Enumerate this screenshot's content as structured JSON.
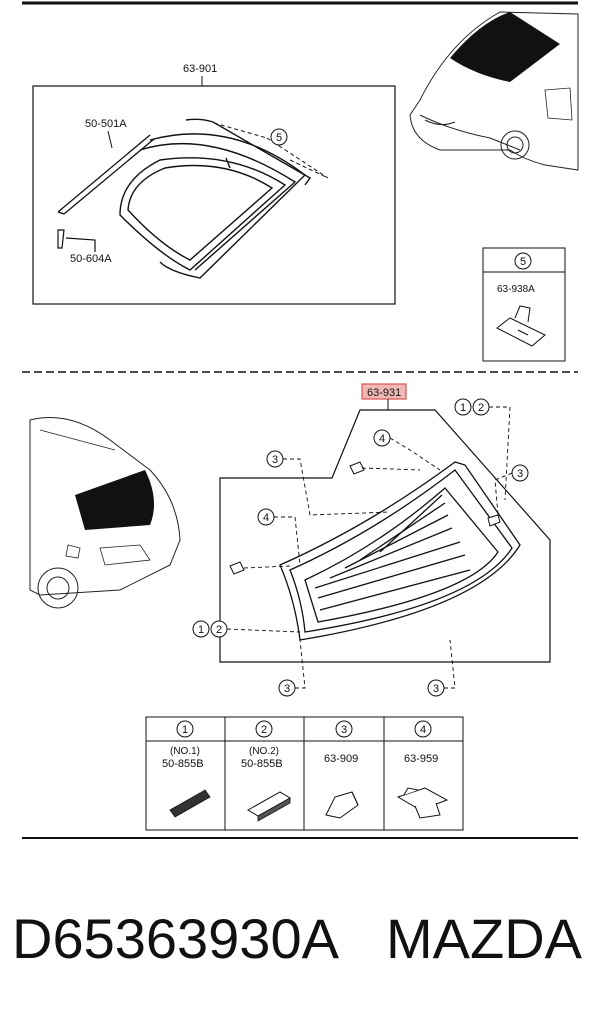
{
  "top_section": {
    "assembly_label": "63-901",
    "parts": [
      {
        "code": "50-501A"
      },
      {
        "code": "50-604A"
      }
    ],
    "callout_ref": "5",
    "ref_box": {
      "number": "5",
      "code": "63-938A"
    }
  },
  "bottom_section": {
    "assembly_label": "63-931",
    "callouts": {
      "c1": "1",
      "c2": "2",
      "c3": "3",
      "c4": "4"
    }
  },
  "legend": [
    {
      "number": "1",
      "sub": "(NO.1)",
      "code": "50-855B"
    },
    {
      "number": "2",
      "sub": "(NO.2)",
      "code": "50-855B"
    },
    {
      "number": "3",
      "sub": "",
      "code": "63-909"
    },
    {
      "number": "4",
      "sub": "",
      "code": "63-959"
    }
  ],
  "caption": {
    "part_number": "D65363930A",
    "brand": "MAZDA"
  },
  "colors": {
    "highlight_fill": "#f2b8b8",
    "highlight_stroke": "#d9534f",
    "glass_dark": "#111111"
  }
}
